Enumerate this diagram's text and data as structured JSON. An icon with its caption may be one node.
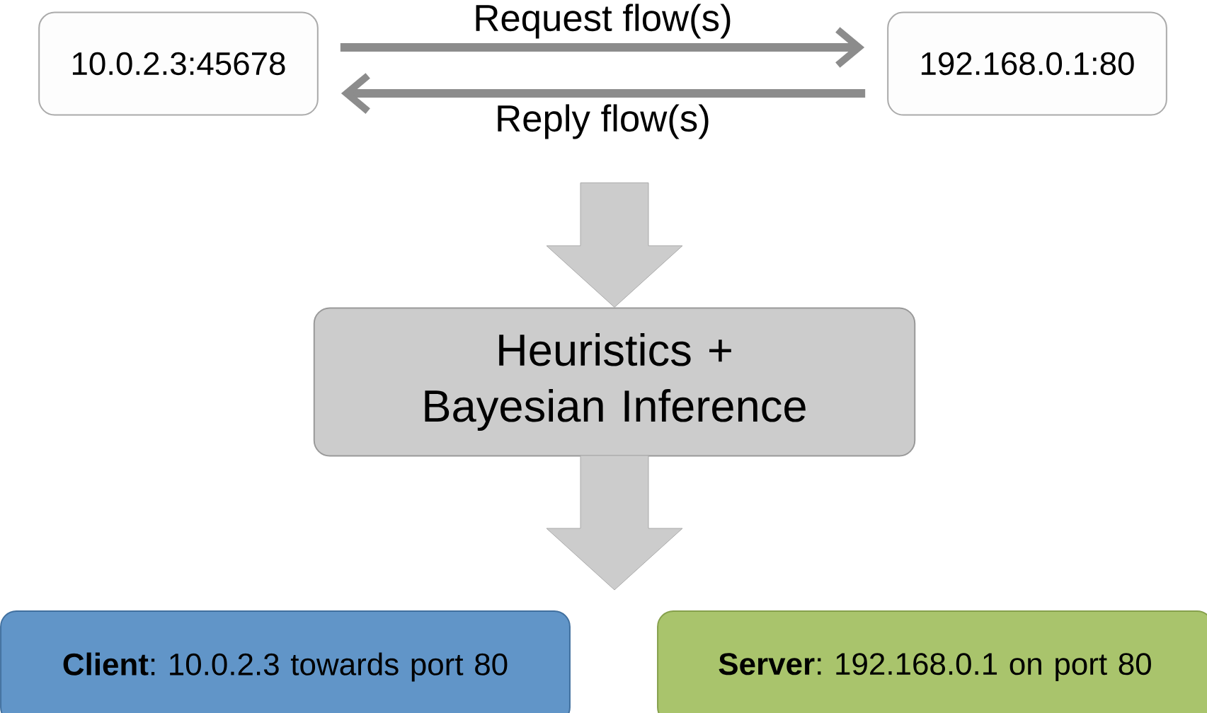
{
  "diagram": {
    "nodes": [
      {
        "text": [
          "10.0.2.3:45678"
        ]
      },
      {
        "text": [
          "192.168.0.1:80"
        ]
      },
      {
        "text": [
          "Heuristics + Bayesian Inference"
        ]
      },
      {
        "text": [
          "**Client**: 10.0.2.3 towards port 80"
        ]
      },
      {
        "text": [
          "**Server**: 192.168.0.1 on port 80"
        ]
      }
    ],
    "edges": [
      {
        "from": 0,
        "to": 1,
        "arrow": "to",
        "label": "Request flow(s)"
      },
      {
        "from": 1,
        "to": 0,
        "arrow": "to",
        "label": "Reply flow(s)"
      },
      {
        "from": null,
        "to": 2,
        "arrow": "to",
        "style": "thick",
        "color": "#cccccc"
      },
      {
        "from": 2,
        "to": null,
        "arrow": "to",
        "style": "thick",
        "color": "#cccccc"
      }
    ]
  }
}
